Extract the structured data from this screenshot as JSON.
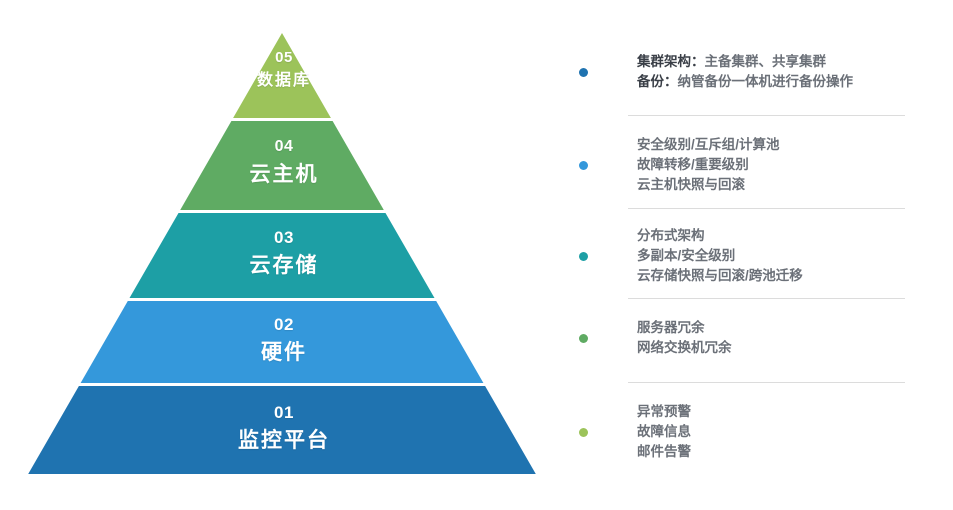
{
  "diagram": {
    "type": "pyramid-with-annotations",
    "pyramid": {
      "levels": [
        {
          "num": "05",
          "name": "数据库",
          "color": "#9cc35a"
        },
        {
          "num": "04",
          "name": "云主机",
          "color": "#5fab63"
        },
        {
          "num": "03",
          "name": "云存储",
          "color": "#1d9fa5"
        },
        {
          "num": "02",
          "name": "硬件",
          "color": "#3498db"
        },
        {
          "num": "01",
          "name": "监控平台",
          "color": "#1f73b0"
        }
      ]
    },
    "details": [
      {
        "bullet_color": "#1f73b0",
        "lines": [
          {
            "lead": "集群架构：",
            "rest": "主备集群、共享集群"
          },
          {
            "lead": "备份：",
            "rest": "纳管备份一体机进行备份操作"
          }
        ]
      },
      {
        "bullet_color": "#3498db",
        "lines": [
          {
            "lead": "",
            "rest": "安全级别/互斥组/计算池"
          },
          {
            "lead": "",
            "rest": "故障转移/重要级别"
          },
          {
            "lead": "",
            "rest": "云主机快照与回滚"
          }
        ]
      },
      {
        "bullet_color": "#1d9fa5",
        "lines": [
          {
            "lead": "",
            "rest": "分布式架构"
          },
          {
            "lead": "",
            "rest": "多副本/安全级别"
          },
          {
            "lead": "",
            "rest": "云存储快照与回滚/跨池迁移"
          }
        ]
      },
      {
        "bullet_color": "#5fab63",
        "lines": [
          {
            "lead": "",
            "rest": "服务器冗余"
          },
          {
            "lead": "",
            "rest": "网络交换机冗余"
          }
        ]
      },
      {
        "bullet_color": "#9cc35a",
        "lines": [
          {
            "lead": "",
            "rest": "异常预警"
          },
          {
            "lead": "",
            "rest": "故障信息"
          },
          {
            "lead": "",
            "rest": "邮件告警"
          }
        ]
      }
    ],
    "divider_color": "#dcdcdc",
    "background": "#ffffff"
  }
}
